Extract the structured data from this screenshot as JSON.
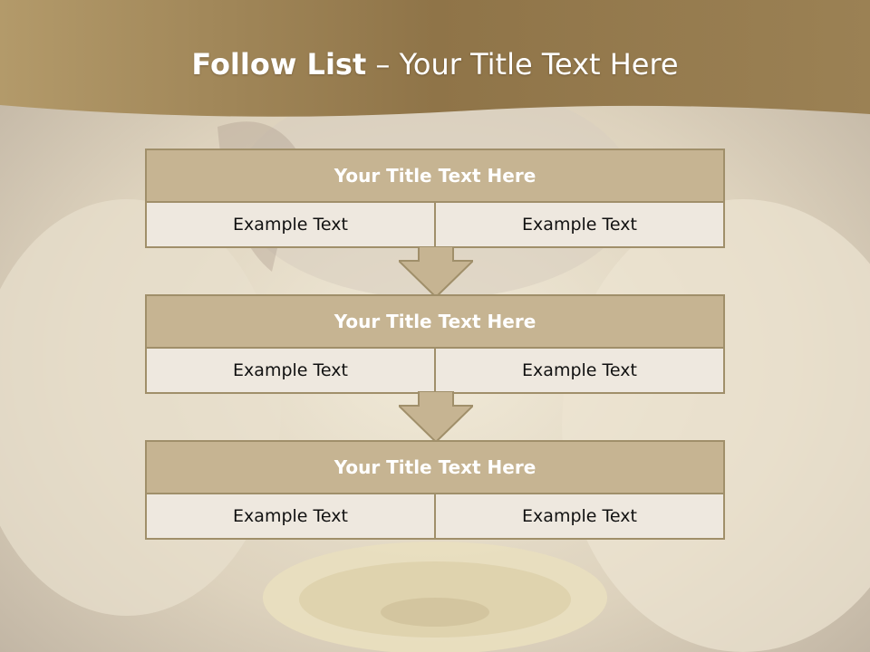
{
  "slide": {
    "title_bold": "Follow List",
    "title_rest": "  – Your Title Text Here"
  },
  "blocks": [
    {
      "title": "Your Title Text Here",
      "left": "Example Text",
      "right": "Example Text"
    },
    {
      "title": "Your Title Text Here",
      "left": "Example Text",
      "right": "Example Text"
    },
    {
      "title": "Your Title Text Here",
      "left": "Example Text",
      "right": "Example Text"
    }
  ],
  "colors": {
    "banner": "#9a7e50",
    "block_title_fill": "#c6b492",
    "block_border": "#a08f6a",
    "cell_fill": "#ede6dc"
  }
}
